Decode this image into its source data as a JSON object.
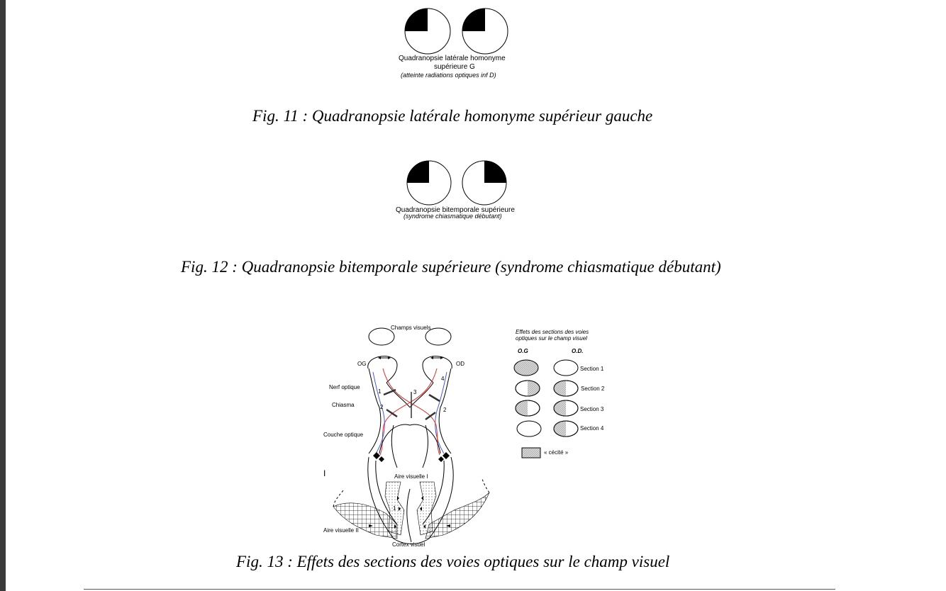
{
  "fig11": {
    "label_line1": "Quadranopsie latérale homonyme",
    "label_line2": "supérieure G",
    "label_line3": "(atteinte radiations optiques inf D)",
    "caption": "Fig. 11 : Quadranopsie latérale homonyme supérieur gauche"
  },
  "fig12": {
    "label_line1": "Quadranopsie bitemporale supérieure",
    "label_line2": "(syndrome chiasmatique débutant)",
    "caption": "Fig. 12 : Quadranopsie bitemporale supérieure (syndrome chiasmatique débutant)"
  },
  "fig13": {
    "champs_visuels": "Champs visuels",
    "og": "OG",
    "od": "OD",
    "nerf_optique": "Nerf optique",
    "chiasma": "Chiasma",
    "couche_optique": "Couche optique",
    "aire_visuelle_1": "Aire visuelle I",
    "aire_visuelle_2": "Aire visuelle II",
    "cortex_visuel": "Cortex visuel",
    "marker_i": "I",
    "num_1": "1",
    "num_2a": "2",
    "num_2b": "2",
    "num_3": "3",
    "num_4": "4",
    "num_1b": "1",
    "legend_title_1": "Effets des sections des voies",
    "legend_title_2": "optiques sur le champ visuel",
    "col_og": "O.G",
    "col_od": "O.D.",
    "sections": [
      "Section 1",
      "Section 2",
      "Section 3",
      "Section 4"
    ],
    "cecite": "« cécité »",
    "caption": "Fig. 13 : Effets des sections des voies optiques sur le champ visuel"
  }
}
